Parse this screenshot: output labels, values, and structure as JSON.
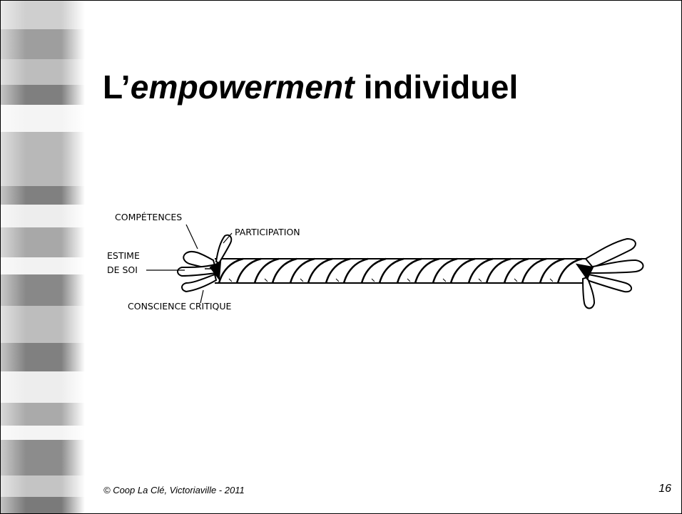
{
  "slide": {
    "title": {
      "prefix": "L’",
      "emphasis": "empowerment",
      "suffix": " individuel"
    },
    "figure": {
      "labels": {
        "competences": "COMPÉTENCES",
        "participation": "PARTICIPATION",
        "estime_line1": "ESTIME",
        "estime_line2": "DE SOI",
        "conscience": "CONSCIENCE CRITIQUE"
      }
    },
    "footer": "© Coop La Clé, Victoriaville - 2011",
    "page_number": "16"
  },
  "colors": {
    "stripe_dark": "#8c8c8c",
    "stripe_mid": "#b3b3b3",
    "stripe_light": "#f2f2f2"
  }
}
